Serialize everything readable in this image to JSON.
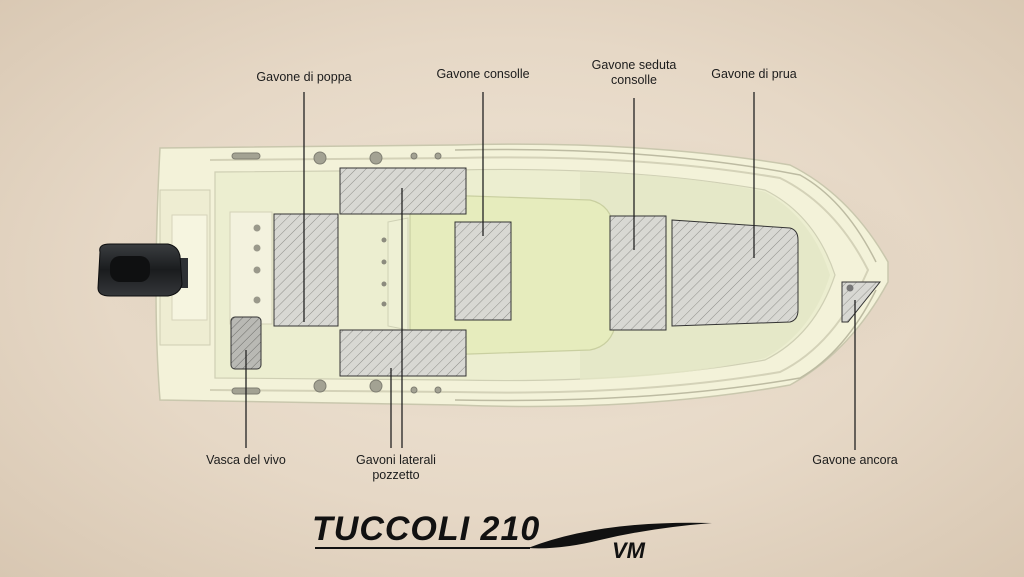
{
  "labels": {
    "gavone_poppa": "Gavone di poppa",
    "gavone_consolle": "Gavone consolle",
    "gavone_seduta_line1": "Gavone seduta",
    "gavone_seduta_line2": "consolle",
    "gavone_prua": "Gavone di prua",
    "vasca_vivo": "Vasca del vivo",
    "gavoni_laterali_line1": "Gavoni laterali",
    "gavoni_laterali_line2": "pozzetto",
    "gavone_ancora": "Gavone ancora"
  },
  "logo": {
    "name": "TUCCOLI 210",
    "model": "VM"
  },
  "colors": {
    "background": "#e9dccb",
    "hull": "#f4f3dc",
    "deck": "#ecedd0",
    "console": "#e7ecbf",
    "hatch_fill": "#d9d9d3",
    "line": "#222222"
  }
}
